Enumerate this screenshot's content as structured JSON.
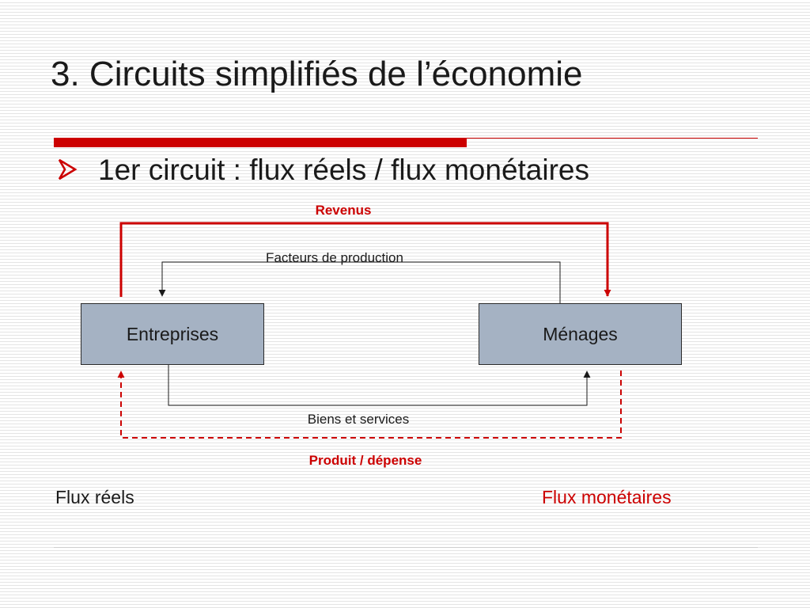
{
  "slide": {
    "title": "3. Circuits simplifiés de l’économie",
    "bullet": "1er circuit : flux réels / flux monétaires",
    "bullet_icon": "arrowhead-bullet-icon"
  },
  "diagram": {
    "nodes": {
      "entreprises": "Entreprises",
      "menages": "Ménages"
    },
    "flows": {
      "revenus": "Revenus",
      "facteurs": "Facteurs de production",
      "biens": "Biens et services",
      "produit": "Produit / dépense"
    },
    "legend": {
      "real": "Flux réels",
      "monetary": "Flux monétaires"
    }
  },
  "colors": {
    "accent_red": "#cc0000",
    "box_fill": "#a5b2c3",
    "text": "#1a1a1a"
  }
}
